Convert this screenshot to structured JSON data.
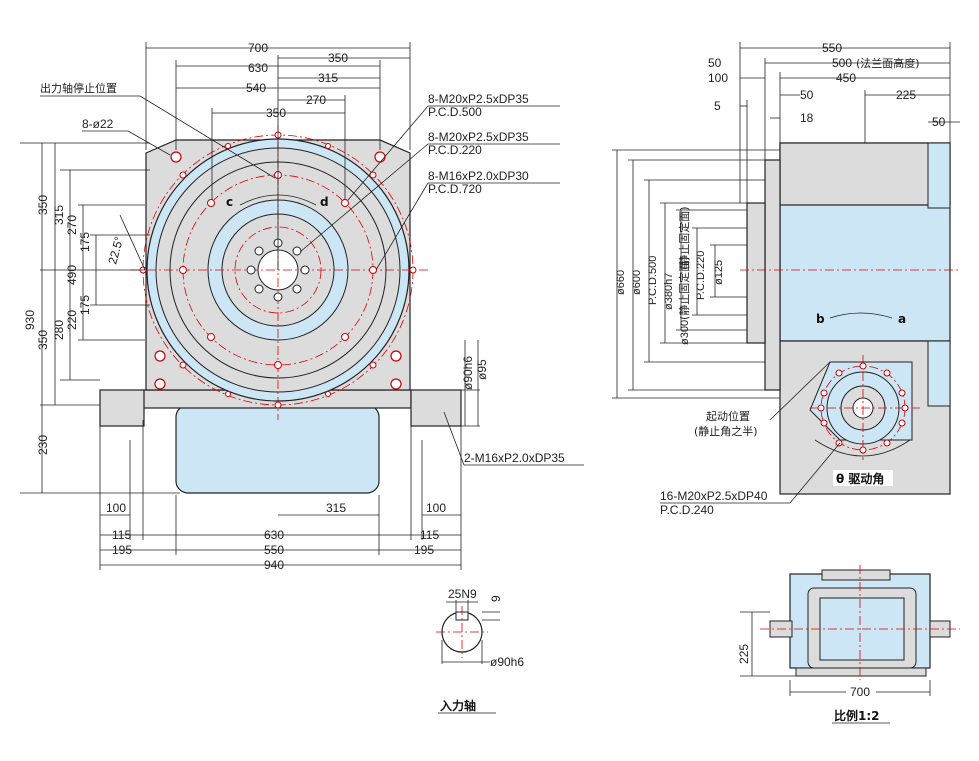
{
  "dims": {
    "d700_top": "700",
    "d350_top": "350",
    "d630_top": "630",
    "d315_top": "315",
    "d540": "540",
    "d270_top": "270",
    "d350_in": "350",
    "output_stop_label": "出力轴停止位置",
    "holes22": "8-ø22",
    "hole1_a": "8-M20xP2.5xDP35",
    "hole1_b": "P.C.D.500",
    "hole2_a": "8-M20xP2.5xDP35",
    "hole2_b": "P.C.D.220",
    "hole3_a": "8-M16xP2.0xDP30",
    "hole3_b": "P.C.D.720",
    "v930": "930",
    "v350a": "350",
    "v315": "315",
    "v270": "270",
    "v175a": "175",
    "v490": "490",
    "v22_5": "22.5°",
    "v350b": "350",
    "v280": "280",
    "v220": "220",
    "v175b": "175",
    "v230": "230",
    "d90h6": "ø90h6",
    "d95": "ø95",
    "side_holes": "2-M16xP2.0xDP35",
    "b100a": "100",
    "b315": "315",
    "b100b": "100",
    "b115a": "115",
    "b630": "630",
    "b115b": "115",
    "b195a": "195",
    "b550": "550",
    "b195b": "195",
    "b940": "940",
    "arc_c": "c",
    "arc_d": "d"
  },
  "side": {
    "d550": "550",
    "d50": "50",
    "d500": "500",
    "flange_height": "(法兰面高度)",
    "d100": "100",
    "d450": "450",
    "d5": "5",
    "d50b": "50",
    "d225": "225",
    "d18": "18",
    "d50c": "50",
    "v660": "ø660",
    "v600": "ø600",
    "v500": "P.C.D.500",
    "v380": "ø380h7",
    "v380_note": "(静止固定面)",
    "v220": "P.C.D.220",
    "v125": "ø125",
    "v300": "ø300",
    "v300_note": "(静止固定面)",
    "arc_b": "b",
    "arc_a": "a",
    "start_pos": "起动位置",
    "start_pos2": "(静止角之半)",
    "angle": "θ 驱动角",
    "holes16": "16-M20xP2.5xDP40",
    "pcd240": "P.C.D.240"
  },
  "shaft": {
    "key": "25N9",
    "depth": "9",
    "dia": "ø90h6",
    "title": "入力轴"
  },
  "small": {
    "d225": "225",
    "d700": "700",
    "title": "比例1:2"
  },
  "colors": {
    "body_blue": "#cde6f6",
    "gray": "#dcdcdc",
    "center_red": "#e00000"
  }
}
